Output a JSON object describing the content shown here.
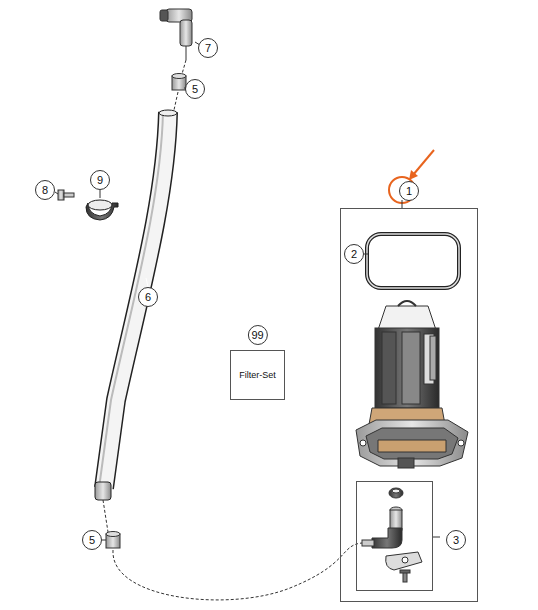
{
  "diagram": {
    "nodes": [
      {
        "text": [
          "1"
        ]
      },
      {
        "text": [
          "3"
        ],
        "in": 0
      },
      {
        "text": [
          "99",
          "Filter-Set"
        ]
      }
    ],
    "labels": [
      "7",
      "5",
      "8",
      "9",
      "6",
      "2",
      "5"
    ]
  }
}
